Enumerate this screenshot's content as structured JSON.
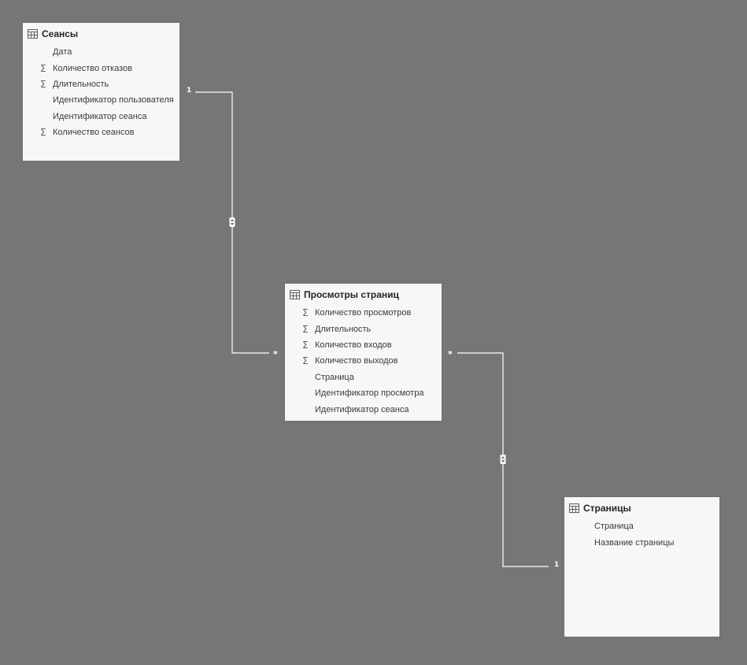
{
  "tables": {
    "sessions": {
      "title": "Сеансы",
      "fields": [
        {
          "label": "Дата",
          "sigma": false
        },
        {
          "label": "Количество отказов",
          "sigma": true
        },
        {
          "label": "Длительность",
          "sigma": true
        },
        {
          "label": "Идентификатор пользователя",
          "sigma": false
        },
        {
          "label": "Идентификатор сеанса",
          "sigma": false
        },
        {
          "label": "Количество сеансов",
          "sigma": true
        }
      ]
    },
    "pageviews": {
      "title": "Просмотры страниц",
      "fields": [
        {
          "label": "Количество просмотров",
          "sigma": true
        },
        {
          "label": "Длительность",
          "sigma": true
        },
        {
          "label": "Количество входов",
          "sigma": true
        },
        {
          "label": "Количество выходов",
          "sigma": true
        },
        {
          "label": "Страница",
          "sigma": false
        },
        {
          "label": "Идентификатор просмотра",
          "sigma": false
        },
        {
          "label": "Идентификатор сеанса",
          "sigma": false
        }
      ]
    },
    "pages": {
      "title": "Страницы",
      "fields": [
        {
          "label": "Страница",
          "sigma": false
        },
        {
          "label": "Название страницы",
          "sigma": false
        }
      ]
    }
  },
  "relationships": {
    "sessions_to_pageviews": {
      "from_cardinality": "1",
      "to_cardinality": "*"
    },
    "pageviews_to_pages": {
      "from_cardinality": "*",
      "to_cardinality": "1"
    }
  },
  "icons": {
    "table": "table-icon",
    "sigma": "sigma-icon",
    "filter_direction": "bidirectional-arrow-icon"
  },
  "colors": {
    "canvas": "#767676",
    "card": "#f7f7f7",
    "line": "#ffffff"
  }
}
